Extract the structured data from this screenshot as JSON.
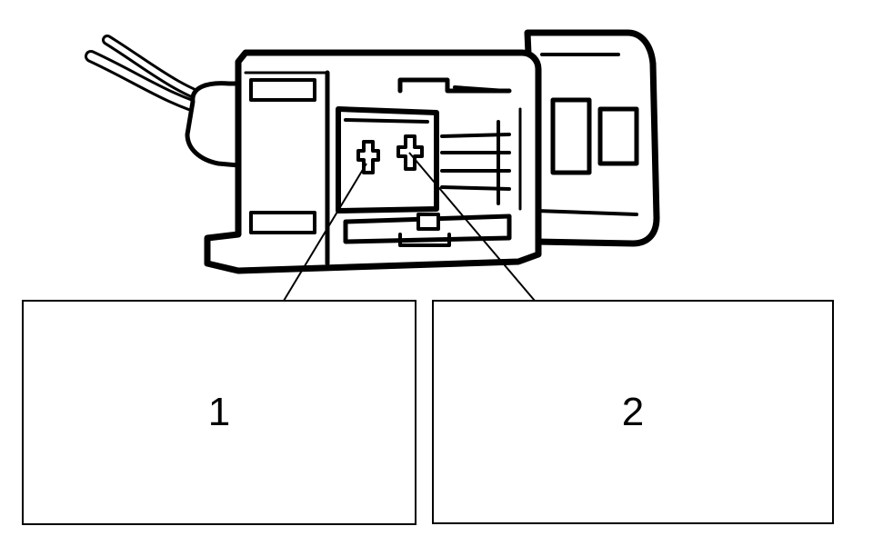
{
  "callouts": [
    {
      "id": "1",
      "label": "1"
    },
    {
      "id": "2",
      "label": "2"
    }
  ],
  "colors": {
    "ink": "#000000",
    "paper": "#ffffff"
  },
  "illustration": {
    "subject": "electrical-connector-icon"
  }
}
